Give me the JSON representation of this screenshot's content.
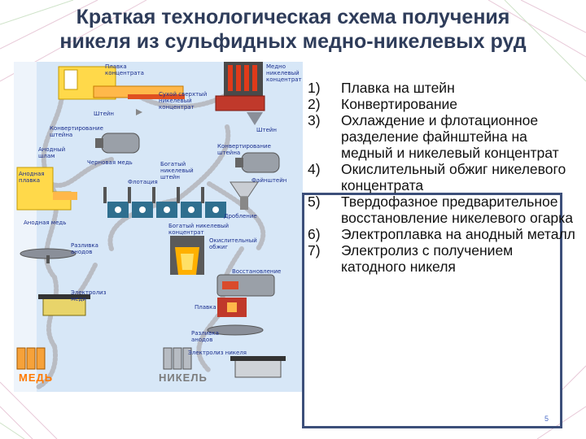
{
  "title_line1": "Краткая технологическая схема получения",
  "title_line2": "никеля из сульфидных медно-никелевых руд",
  "scheme_labels": {
    "smelt_concentrate": "Плавка\nконцентрата",
    "copper_nickel_concentrate": "Медно\nникелевый\nконцентрат",
    "dry_concentrate": "Сухой сверхтый\nникелевый\nконцентрат",
    "matte_left": "Штейн",
    "matte_right": "Штейн",
    "matte_converting": "Конвертирование\nштейна",
    "anode_sludge": "Анодный\nшлам",
    "black_copper": "Черновая медь",
    "anode_melting": "Анодная\nплавка",
    "matte_converting_right": "Конвертирование\nштейна",
    "rich_matte": "Богатый\nникелевый\nштейн",
    "fine_matte": "Файнштейн",
    "flotation": "Флотация",
    "anode_copper": "Анодная медь",
    "crushing": "Дробление",
    "rich_nickel_concentrate": "Богатый никелевый\nконцентрат",
    "oxidizing_roast": "Окислительный\nобжиг",
    "anode_casting_left": "Разливка\nанодов",
    "reduction": "Восстановление",
    "electrolysis_copper": "Электролиз\nмеди",
    "melting": "Плавка",
    "anode_casting_right": "Разливка\nанодов",
    "electrolysis_nickel": "Электролиз никеля",
    "copper_big": "МЕДЬ",
    "nickel_big": "НИКЕЛЬ"
  },
  "steps": [
    {
      "num": "1)",
      "text": "Плавка на штейн"
    },
    {
      "num": "2)",
      "text": "Конвертирование"
    },
    {
      "num": "3)",
      "text": "Охлаждение и флотационное разделение файнштейна на медный и никелевый концентрат"
    },
    {
      "num": "4)",
      "text": "Окислительный обжиг никелевого концентрата"
    },
    {
      "num": "5)",
      "text": "Твердофазное предварительное восстановление никелевого огарка"
    },
    {
      "num": "6)",
      "text": "Электроплавка на анодный металл"
    },
    {
      "num": "7)",
      "text": "Электролиз с получением катодного никеля"
    }
  ],
  "page_number": "5",
  "colors": {
    "title": "#2e3c5a",
    "scheme_label": "#1a2f8f",
    "copper": "#ff7a00",
    "nickel": "#7b7b7b",
    "frame": "#3c4f7a",
    "page_number": "#4a6cc7"
  }
}
